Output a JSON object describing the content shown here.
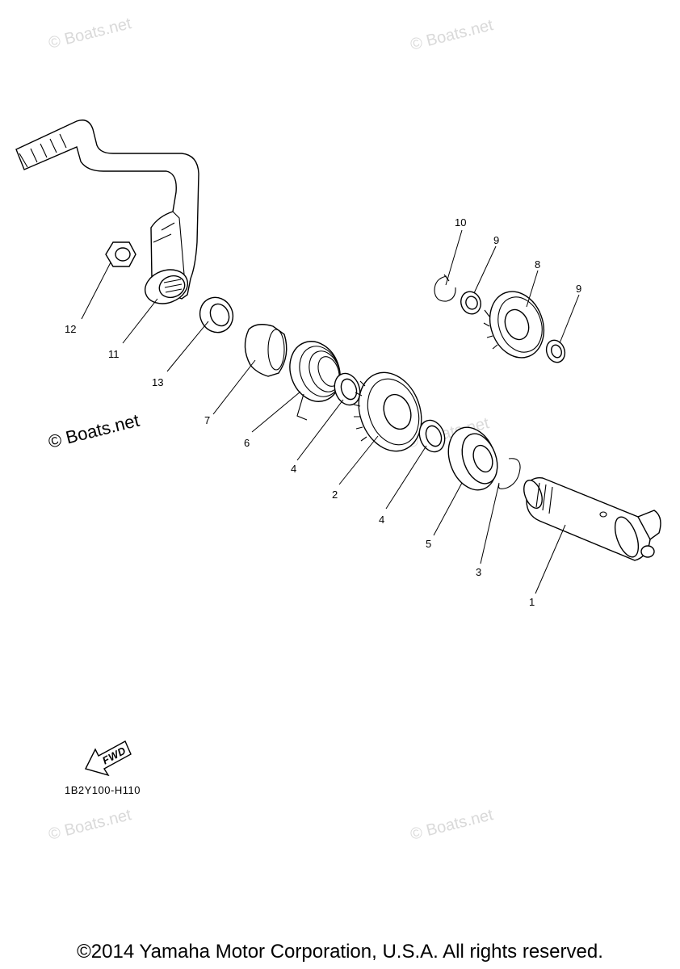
{
  "watermarks": [
    {
      "text": "© Boats.net"
    },
    {
      "text": "© Boats.net"
    },
    {
      "text": "© Boats.net"
    },
    {
      "text": "© Boats.net"
    },
    {
      "text": "© Boats.net"
    },
    {
      "text": "© Boats.net"
    }
  ],
  "callouts": {
    "c1": "1",
    "c2": "2",
    "c3": "3",
    "c4a": "4",
    "c4b": "4",
    "c5": "5",
    "c6": "6",
    "c7": "7",
    "c8": "8",
    "c9a": "9",
    "c9b": "9",
    "c10": "10",
    "c11": "11",
    "c12": "12",
    "c13": "13"
  },
  "fwd_label": "FWD",
  "diagram_code": "1B2Y100-H110",
  "copyright": "©2014 Yamaha Motor Corporation, U.S.A. All rights reserved."
}
